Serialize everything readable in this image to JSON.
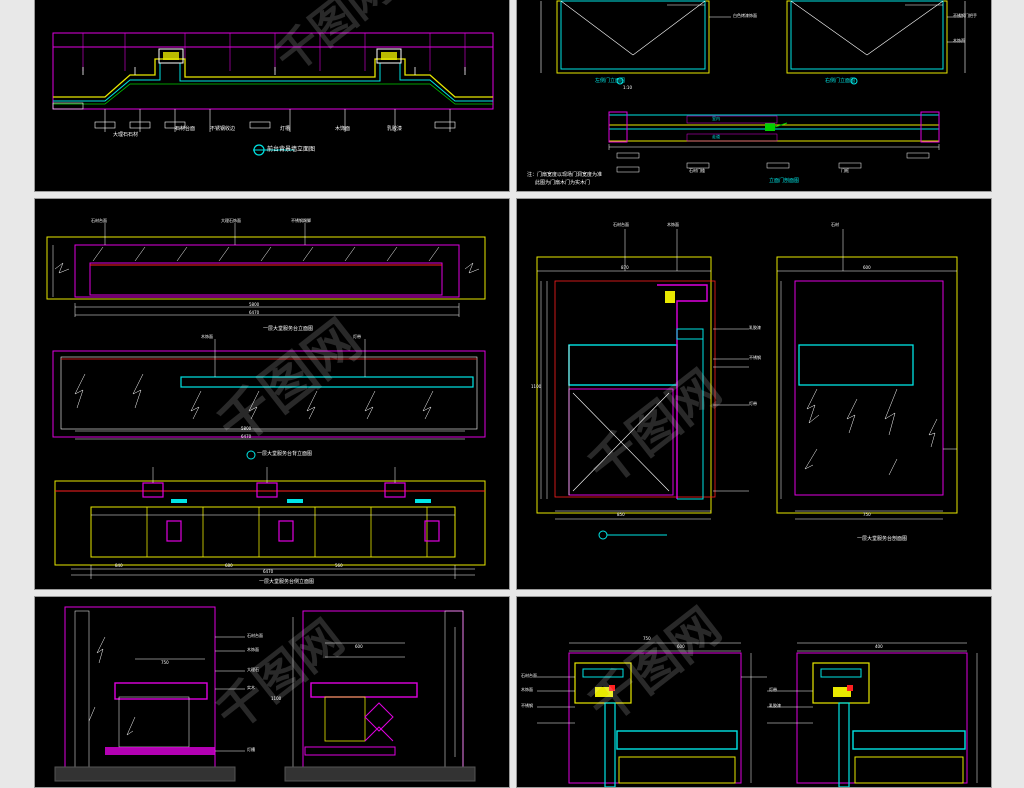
{
  "app": {
    "colors": {
      "background": "#e8e8e8",
      "sheet": "#000000",
      "magenta": "#e000e0",
      "yellow": "#e8e800",
      "cyan": "#00e5e5",
      "green": "#00d000",
      "white": "#ffffff",
      "red": "#ff2020"
    }
  },
  "sheets": {
    "s1": {
      "caption": "前台背景墙立面图",
      "labels": [
        "大理石石材",
        "石材台面",
        "不锈钢收边",
        "灯槽",
        "木饰面",
        "乳胶漆"
      ]
    },
    "s2": {
      "caption_top_left": "左侧门立面图",
      "caption_top_right": "右侧门立面图",
      "caption_bottom": "立面门剖面图",
      "scale": "1:10",
      "tag_room": "室内",
      "tag_corridor": "走道",
      "note_line1": "注：门扇宽度以现场门洞宽度为准",
      "note_line2": "此图为门扇木门为实木门",
      "labels": [
        "白色烤漆饰面",
        "不锈钢门把手",
        "木饰面",
        "石材门槛",
        "门框"
      ]
    },
    "s3": {
      "caption_a": "一层大堂服务台立面图",
      "caption_b": "一层大堂服务台背立面图",
      "caption_c": "一层大堂服务台侧立面图",
      "dims_a": [
        "5800",
        "6470"
      ],
      "dims_b": [
        "5800",
        "6470"
      ],
      "dims_c": [
        "6470",
        "840",
        "680",
        "560"
      ],
      "labels": [
        "石材台面",
        "大理石饰面",
        "不锈钢踢脚",
        "木饰面",
        "灯带"
      ]
    },
    "s4": {
      "caption": "一层大堂服务台剖面图",
      "dims": [
        "870",
        "1100",
        "850",
        "600",
        "750"
      ],
      "labels": [
        "石材台面",
        "木饰面",
        "乳胶漆",
        "不锈钢",
        "灯带",
        "石材"
      ]
    },
    "s5": {
      "labels": [
        "石材台面",
        "木饰面",
        "大理石",
        "实木",
        "灯槽"
      ],
      "dims": [
        "1100",
        "750",
        "600"
      ]
    },
    "s6": {
      "labels": [
        "石材台面",
        "木饰面",
        "不锈钢",
        "灯带",
        "乳胶漆"
      ],
      "dims": [
        "750",
        "600",
        "400"
      ]
    }
  },
  "watermark": {
    "text": "千图网"
  }
}
